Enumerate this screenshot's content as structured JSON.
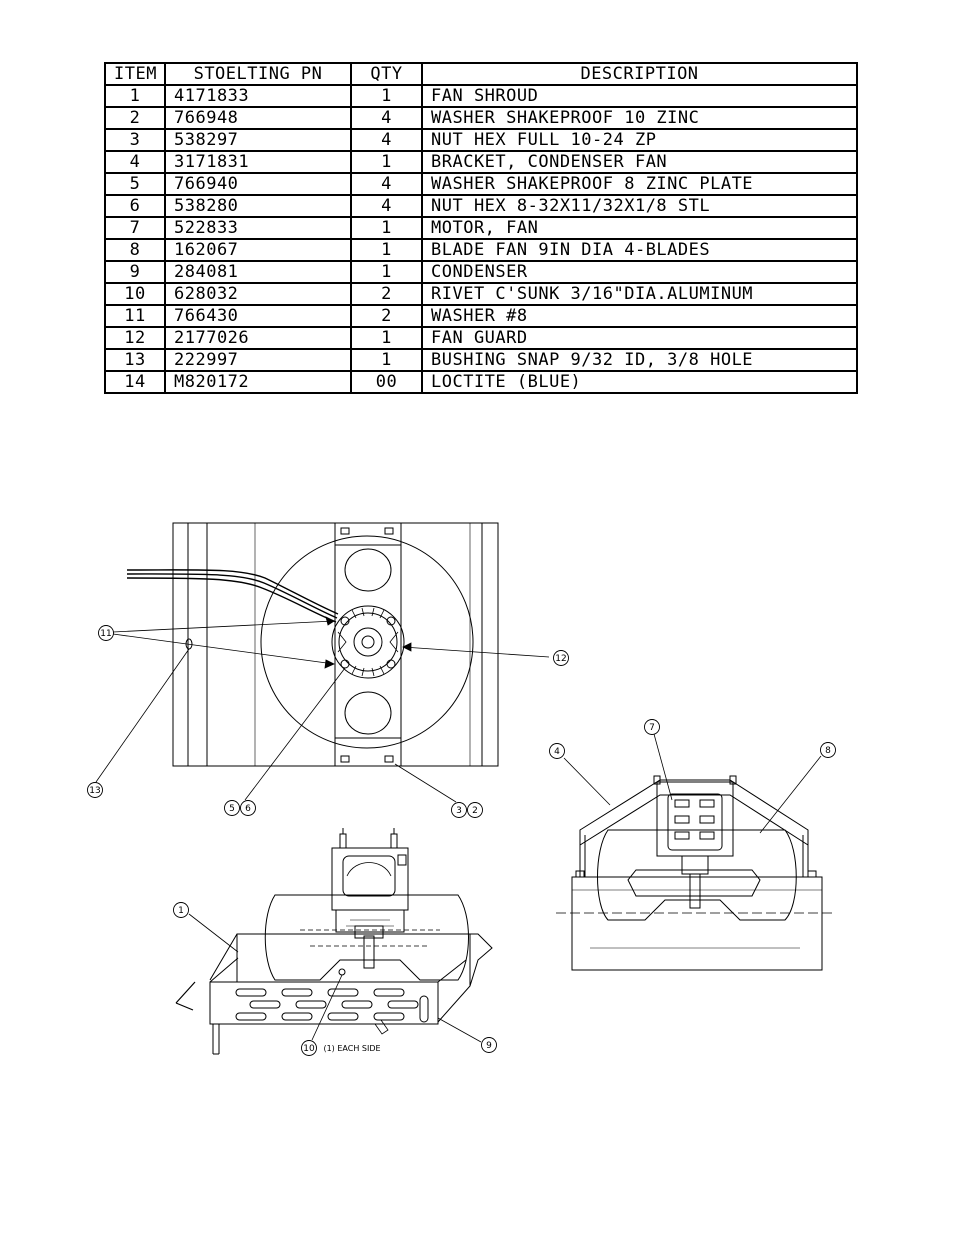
{
  "table": {
    "headers": {
      "item": "ITEM",
      "pn": "STOELTING PN",
      "qty": "QTY",
      "desc": "DESCRIPTION"
    },
    "rows": [
      {
        "item": "1",
        "pn": "4171833",
        "qty": "1",
        "desc": "FAN SHROUD"
      },
      {
        "item": "2",
        "pn": "766948",
        "qty": "4",
        "desc": "WASHER SHAKEPROOF 10 ZINC"
      },
      {
        "item": "3",
        "pn": "538297",
        "qty": "4",
        "desc": "NUT HEX FULL 10-24 ZP"
      },
      {
        "item": "4",
        "pn": "3171831",
        "qty": "1",
        "desc": "BRACKET, CONDENSER FAN"
      },
      {
        "item": "5",
        "pn": "766940",
        "qty": "4",
        "desc": "WASHER SHAKEPROOF 8 ZINC PLATE"
      },
      {
        "item": "6",
        "pn": "538280",
        "qty": "4",
        "desc": "NUT HEX 8-32X11/32X1/8 STL"
      },
      {
        "item": "7",
        "pn": "522833",
        "qty": "1",
        "desc": "MOTOR, FAN"
      },
      {
        "item": "8",
        "pn": "162067",
        "qty": "1",
        "desc": "BLADE FAN 9IN DIA 4-BLADES"
      },
      {
        "item": "9",
        "pn": "284081",
        "qty": "1",
        "desc": "CONDENSER"
      },
      {
        "item": "10",
        "pn": "628032",
        "qty": "2",
        "desc": "RIVET C'SUNK 3/16\"DIA.ALUMINUM"
      },
      {
        "item": "11",
        "pn": "766430",
        "qty": "2",
        "desc": "WASHER #8"
      },
      {
        "item": "12",
        "pn": "2177026",
        "qty": "1",
        "desc": "FAN GUARD"
      },
      {
        "item": "13",
        "pn": "222997",
        "qty": "1",
        "desc": "BUSHING SNAP 9/32 ID, 3/8 HOLE"
      },
      {
        "item": "14",
        "pn": "M820172",
        "qty": "00",
        "desc": "LOCTITE (BLUE)"
      }
    ]
  },
  "callouts": {
    "c1": "1",
    "c2": "2",
    "c3": "3",
    "c4": "4",
    "c5": "5",
    "c6": "6",
    "c7": "7",
    "c8": "8",
    "c9": "9",
    "c10": "10",
    "c11": "11",
    "c12": "12",
    "c13": "13"
  },
  "notes": {
    "each_side": "(1) EACH SIDE"
  }
}
